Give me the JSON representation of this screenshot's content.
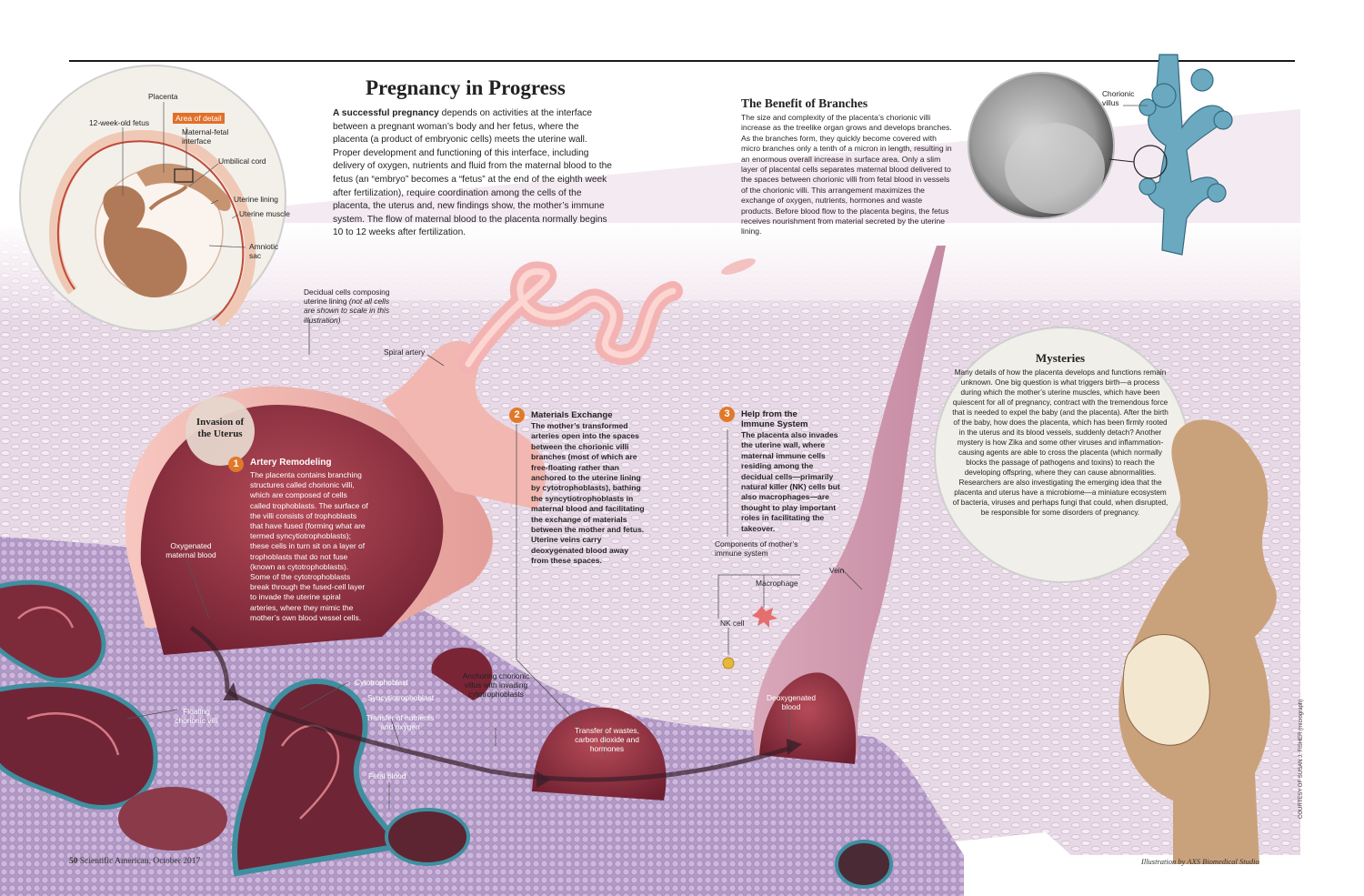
{
  "title": "Pregnancy in Progress",
  "intro": {
    "lead": "A successful pregnancy",
    "text": " depends on activities at the interface between a pregnant woman’s body and her fetus, where the placenta (a product of embryonic cells) meets the uterine wall. Proper development and functioning of this interface, including delivery of oxygen, nutrients and fluid from the maternal blood to the fetus (an “embryo” becomes a “fetus” at the end of the eighth week after fertilization), require coordination among the cells of the placenta, the uterus and, new findings show, the mother’s immune system. The flow of maternal blood to the placenta normally begins 10 to 12 weeks after fertilization."
  },
  "inset": {
    "placenta": "Placenta",
    "fetus": "12-week-old fetus",
    "area_of_detail": "Area of detail",
    "interface": "Maternal-fetal interface",
    "umbilical_cord": "Umbilical cord",
    "uterine_lining": "Uterine lining",
    "uterine_muscle": "Uterine muscle",
    "amniotic_sac": "Amniotic sac"
  },
  "branches": {
    "heading": "The Benefit of Branches",
    "text": "The size and complexity of the placenta’s chorionic villi increase as the treelike organ grows and develops branches. As the branches form, they quickly become covered with micro branches only a tenth of a micron in length, resulting in an enormous overall increase in surface area. Only a slim layer of placental cells separates maternal blood delivered to the spaces between chorionic villi from fetal blood in vessels of the chorionic villi. This arrangement maximizes the exchange of oxygen, nutrients, hormones and waste products. Before blood flow to the placenta begins, the fetus receives nourishment from material secreted by the uterine lining.",
    "villus_label": "Chorionic villus"
  },
  "labels": {
    "decidual": "Decidual cells composing uterine lining",
    "decidual_note": "(not all cells are shown to scale in this illustration)",
    "spiral_artery": "Spiral artery",
    "oxygenated": "Oxygenated maternal blood",
    "floating_villi": "Floating chorionic villi",
    "cytotrophoblast": "Cytotrophoblast",
    "syncytiotrophoblast": "Syncytiotrophoblast",
    "transfer_nutrients": "Transfer of nutrients and oxygen",
    "fetal_blood": "Fetal blood",
    "anchoring": "Anchoring chorionic villus with invading cytotrophoblasts",
    "transfer_wastes": "Transfer of wastes, carbon dioxide and hormones",
    "deoxygenated": "Deoxygenated blood",
    "vein": "Vein",
    "components": "Components of mother’s immune system",
    "macrophage": "Macrophage",
    "nk_cell": "NK cell"
  },
  "invasion": "Invasion of the Uterus",
  "steps": [
    {
      "number": "1",
      "heading": "Artery Remodeling",
      "text": "The placenta contains branching structures called chorionic villi, which are composed of cells called trophoblasts. The surface of the villi consists of trophoblasts that have fused (forming what are termed syncytiotrophoblasts); these cells in turn sit on a layer of trophoblasts that do not fuse (known as cytotrophoblasts). Some of the cytotrophoblasts break through the fused-cell layer to invade the uterine spiral arteries, where they mimic the mother’s own blood vessel cells."
    },
    {
      "number": "2",
      "heading": "Materials Exchange",
      "text": "The mother’s transformed arteries open into the spaces between the chorionic villi branches (most of which are free-floating rather than anchored to the uterine lining by cytotrophoblasts), bathing the syncytiotrophoblasts in maternal blood and facilitating the exchange of materials between the mother and fetus. Uterine veins carry deoxygenated blood away from these spaces."
    },
    {
      "number": "3",
      "heading": "Help from the Immune System",
      "text": "The placenta also invades the uterine wall, where maternal immune cells residing among the decidual cells—primarily natural killer (NK) cells but also macrophages—are thought to play important roles in facilitating the takeover."
    }
  ],
  "mysteries": {
    "heading": "Mysteries",
    "text": "Many details of how the placenta develops and functions remain unknown. One big question is what triggers birth—a process during which the mother’s uterine muscles, which have been quiescent for all of pregnancy, contract with the tremendous force that is needed to expel the baby (and the placenta). After the birth of the baby, how does the placenta, which has been firmly rooted in the uterus and its blood vessels, suddenly detach? Another mystery is how Zika and some other viruses and inflammation-causing agents are able to cross the placenta (which normally blocks the passage of pathogens and toxins) to reach the developing offspring, where they can cause abnormalities. Researchers are also investigating the emerging idea that the placenta and uterus have a microbiome—a miniature ecosystem of bacteria, viruses and perhaps fungi that could, when disrupted, be responsible for some disorders of pregnancy."
  },
  "footer": {
    "page": "50",
    "magazine": "Scientific American, October 2017",
    "credit": "Illustration by AXS Biomedical Studio",
    "micrograph": "COURTESY OF SUSAN J. FISHER (micrograph)"
  },
  "colors": {
    "tissue": "#e9dbe6",
    "cells": "#c8b2d6",
    "artery": "#f0b5ae",
    "blood": "#8e3040",
    "villus_edge": "#3f8fa0",
    "accent": "#e07a2a",
    "silhouette": "#c9a27c",
    "inset_villus": "#6aa9bf"
  }
}
